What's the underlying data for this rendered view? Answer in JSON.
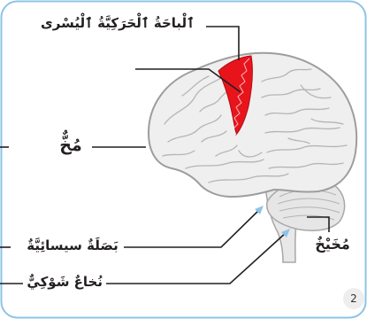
{
  "labels": {
    "motor_area": "ٱلْباحَةُ ٱلْحَرَكِيَّةُ ٱلْيُسْرى",
    "cerebrum": "مُخٌّ",
    "cerebellum": "مُخَيْخٌ",
    "medulla": "بَصَلَةٌ سيسائِيَّةٌ",
    "spinal_cord": "نُخاعٌ شَوْكِيٌّ"
  },
  "page_number": "2",
  "colors": {
    "motor_area": "#e8141c",
    "frame": "#8cc4e6",
    "brain_fill": "#eeeeee",
    "brain_line": "#a7a7a7"
  }
}
